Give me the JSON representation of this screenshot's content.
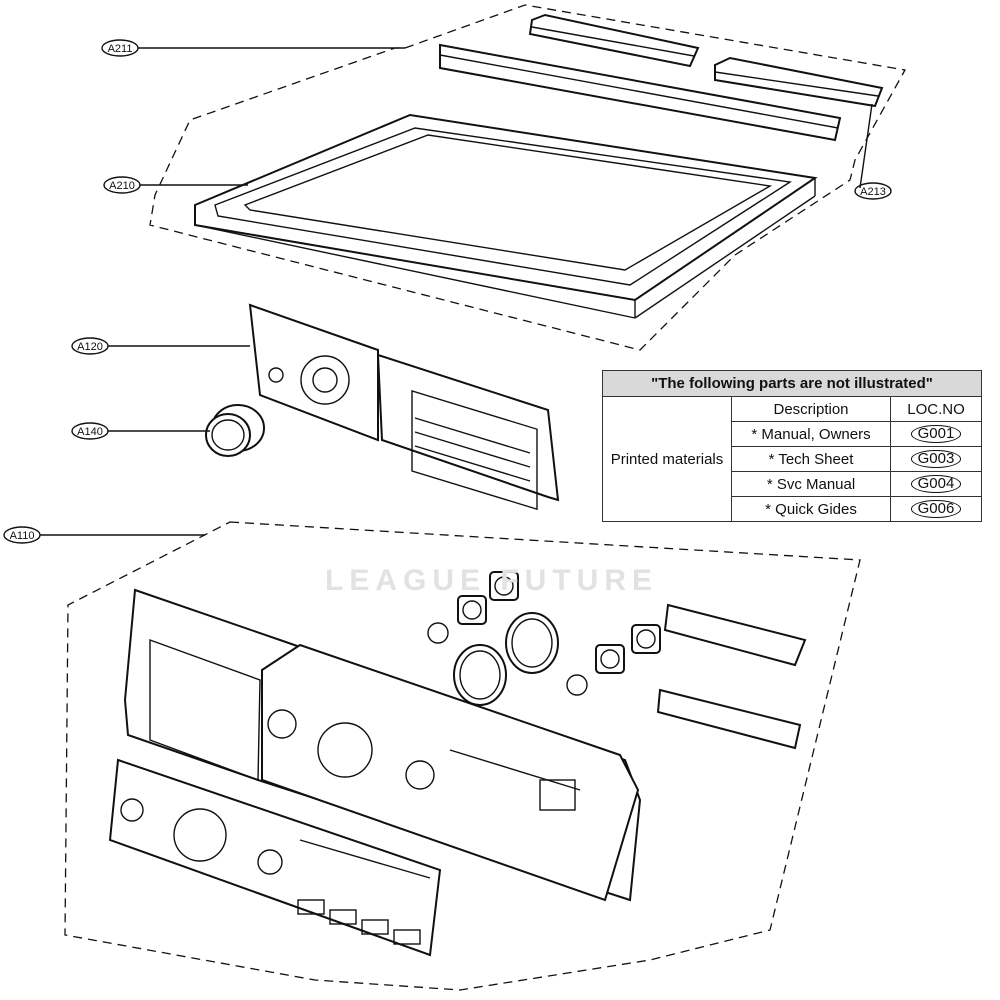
{
  "labels": {
    "a211": "A211",
    "a210": "A210",
    "a213": "A213",
    "a120": "A120",
    "a140": "A140",
    "a110": "A110"
  },
  "watermark": "LEAGUE FUTURE",
  "table": {
    "title": "\"The following parts are not illustrated\"",
    "group": "Printed materials",
    "col_description": "Description",
    "col_loc": "LOC.NO",
    "rows": [
      {
        "description": "* Manual, Owners",
        "loc": "G001"
      },
      {
        "description": "* Tech Sheet",
        "loc": "G003"
      },
      {
        "description": "* Svc Manual",
        "loc": "G004"
      },
      {
        "description": "* Quick Gides",
        "loc": "G006"
      }
    ]
  }
}
